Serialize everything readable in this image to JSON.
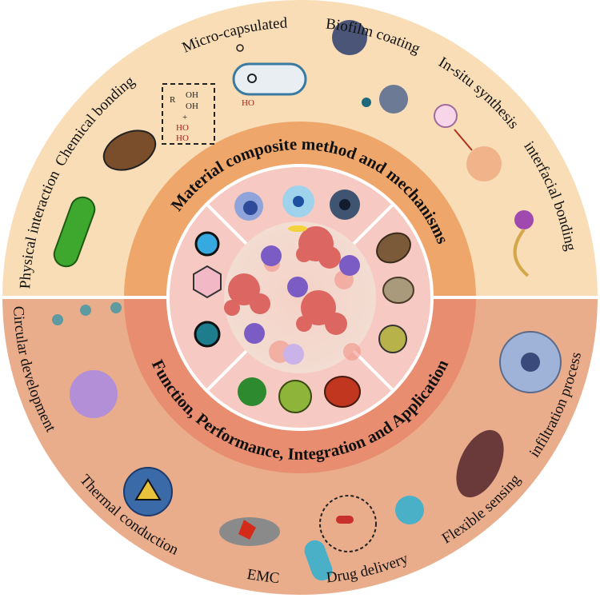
{
  "outer_top_labels": {
    "physical": "Physical  interaction",
    "chemical": "Chemical bonding",
    "micro": "Micro-capsulated",
    "biofilm": "Biofilm coating",
    "insitu": "In-situ synthesis",
    "interfacial": "interfacial bonding"
  },
  "outer_bottom_labels": {
    "circular": "Circular development",
    "thermal": "Thermal conduction",
    "emc": "EMC",
    "drug": "Drug delivery",
    "flexible": "Flexible sensing",
    "infiltration": "infiltration process"
  },
  "ring_labels": {
    "top": "Material composite method and mechanisms",
    "bottom": "Function, Performance, Integration and Application"
  },
  "chem_box": {
    "r": "R",
    "oh1": "OH",
    "oh2": "OH",
    "plus": "+",
    "ho1": "HO",
    "ho2": "HO"
  },
  "micro_label": "HO",
  "colors": {
    "outer_top": "#f8ddb6",
    "outer_bottom": "#e9ad8c",
    "ring_top": "#efa66a",
    "ring_bottom": "#e88d70",
    "inner": "#f6c9c3"
  }
}
